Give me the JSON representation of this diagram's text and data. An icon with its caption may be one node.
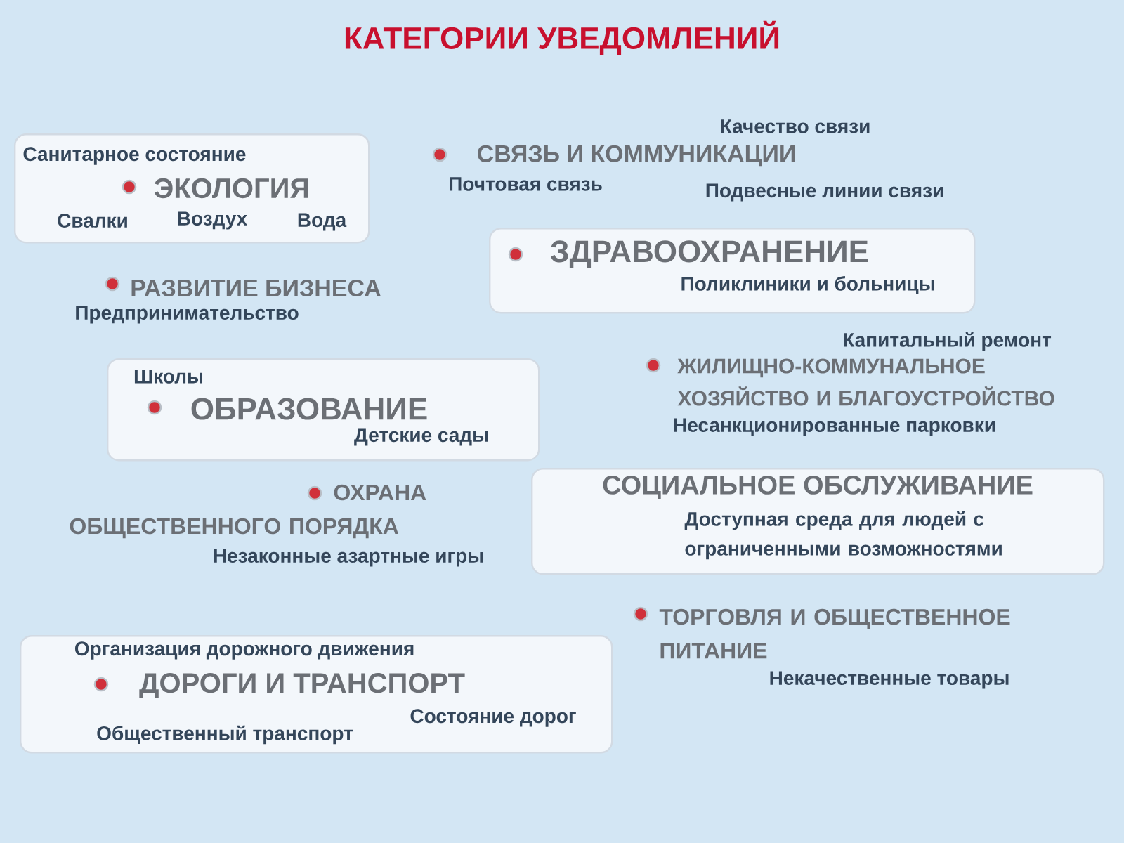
{
  "diagram": {
    "title": "КАТЕГОРИИ УВЕДОМЛЕНИЙ",
    "nodes": [
      {
        "text": [
          "Санитарное состояние",
          "ЭКОЛОГИЯ",
          "Свалки",
          "Воздух",
          "Вода"
        ]
      },
      {
        "text": [
          "ЗДРАВООХРАНЕНИЕ",
          "Поликлиники и больницы"
        ]
      },
      {
        "text": [
          "Школы",
          "ОБРАЗОВАНИЕ",
          "Детские сады"
        ]
      },
      {
        "text": [
          "СОЦИАЛЬНОЕ ОБСЛУЖИВАНИЕ",
          "Доступная среда для людей с ограниченными возможностями"
        ]
      },
      {
        "text": [
          "Организация дорожного движения",
          "ДОРОГИ И ТРАНСПОРТ",
          "Общественный транспорт",
          "Состояние дорог"
        ]
      }
    ],
    "edges": [],
    "labels": [
      "Качество связи",
      "СВЯЗЬ И КОММУНИКАЦИИ",
      "Почтовая связь",
      "Подвесные линии связи",
      "РАЗВИТИЕ БИЗНЕСА",
      "Предпринимательство",
      "Капитальный ремонт",
      "ЖИЛИЩНО-КОММУНАЛЬНОЕ ХОЗЯЙСТВО И БЛАГОУСТРОЙСТВО",
      "Несанкционированные парковки",
      "ОХРАНА ОБЩЕСТВЕННОГО ПОРЯДКА",
      "Незаконные азартные игры",
      "ТОРГОВЛЯ И ОБЩЕСТВЕННОЕ ПИТАНИЕ",
      "Некачественные товары"
    ]
  }
}
